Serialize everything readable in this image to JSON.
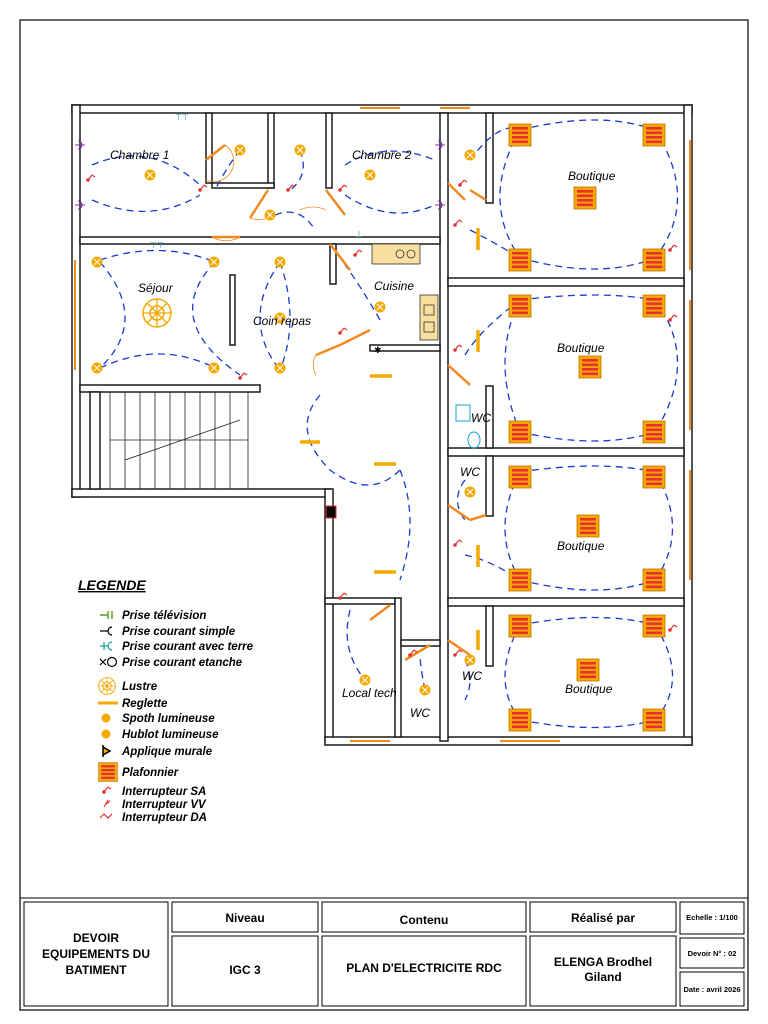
{
  "rooms": {
    "chambre1": "Chambre 1",
    "chambre2": "Chambre 2",
    "sejour": "Séjour",
    "coin_repas": "Coin repas",
    "cuisine": "Cuisine",
    "boutique": "Boutique",
    "wc": "WC",
    "local_tech": "Local tech"
  },
  "legend": {
    "title": "LEGENDE",
    "items": [
      {
        "label": "Prise télévision",
        "icon": "tv-socket-icon",
        "color": "#5a9a1a"
      },
      {
        "label": "Prise courant simple",
        "icon": "socket-simple-icon",
        "color": "#000000"
      },
      {
        "label": "Prise courant avec terre",
        "icon": "socket-earth-icon",
        "color": "#1aa0a0"
      },
      {
        "label": "Prise courant etanche",
        "icon": "socket-waterproof-icon",
        "color": "#000000"
      },
      {
        "label": "Lustre",
        "icon": "chandelier-icon",
        "color": "#f5a800"
      },
      {
        "label": "Reglette",
        "icon": "strip-light-icon",
        "color": "#f5a800"
      },
      {
        "label": "Spoth lumineuse",
        "icon": "spotlight-icon",
        "color": "#f5a800"
      },
      {
        "label": "Hublot lumineuse",
        "icon": "porthole-light-icon",
        "color": "#f5a800"
      },
      {
        "label": "Applique murale",
        "icon": "wall-lamp-icon",
        "color": "#f5a800"
      },
      {
        "label": "Plafonnier",
        "icon": "ceiling-light-icon",
        "color": "#e83030"
      },
      {
        "label": "Interrupteur SA",
        "icon": "switch-sa-icon",
        "color": "#e83030"
      },
      {
        "label": "Interrupteur VV",
        "icon": "switch-vv-icon",
        "color": "#e83030"
      },
      {
        "label": "Interrupteur DA",
        "icon": "switch-da-icon",
        "color": "#e83030"
      }
    ]
  },
  "title_block": {
    "project": [
      "DEVOIR",
      "EQUIPEMENTS DU",
      "BATIMENT"
    ],
    "niveau_label": "Niveau",
    "niveau_value": "IGC 3",
    "contenu_label": "Contenu",
    "contenu_value": "PLAN D'ELECTRICITE RDC",
    "realise_label": "Réalisé par",
    "author": [
      "ELENGA Brodhel",
      "Giland"
    ],
    "echelle": "Echelle : 1/100",
    "devoir": "Devoir N° : 02",
    "date": "Date : avril 2026"
  },
  "colors": {
    "wall": "#1a1a1a",
    "door": "#f08a20",
    "wiring": "#1a3ad0",
    "fixture": "#f5a800",
    "plafonnier": "#e83030"
  }
}
